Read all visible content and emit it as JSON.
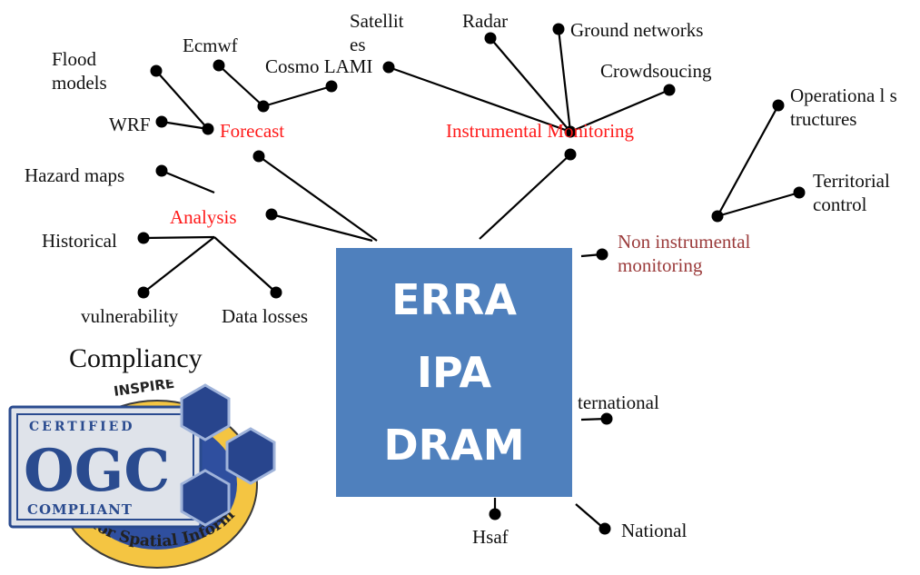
{
  "center": {
    "lines": [
      "ERRA",
      "IPA",
      "DRAM"
    ],
    "color": "#4f80bd"
  },
  "categories": {
    "forecast": "Forecast",
    "instrumental": "Instrumental Monitoring",
    "analysis": "Analysis",
    "noninstrumental": "Non instrumental monitoring"
  },
  "nodes": {
    "flood_models": "Flood models",
    "ecmwf": "Ecmwf",
    "cosmo": "Cosmo LAMI",
    "wrf": "WRF",
    "satellites": "Satellit es",
    "radar": "Radar",
    "ground_networks": "Ground networks",
    "crowdsourcing": "Crowdsoucing",
    "operational": "Operationa l structures",
    "territorial": "Territorial control",
    "hazard_maps": "Hazard maps",
    "historical": "Historical",
    "vulnerability": "vulnerability",
    "data_losses": "Data losses",
    "international": "ternational",
    "hsaf": "Hsaf",
    "national": "National"
  },
  "compliancy": {
    "title": "Compliancy",
    "badge_top": "CERTIFIED",
    "badge_main": "OGC",
    "badge_bottom": "COMPLIANT",
    "inspire_text": "INSPIRE",
    "seal_text": "e for Spatial Informati"
  },
  "colors": {
    "category_red": "#ff1a1a",
    "category_brown": "#9b3b3b",
    "badge_blue": "#2a4b8f"
  }
}
